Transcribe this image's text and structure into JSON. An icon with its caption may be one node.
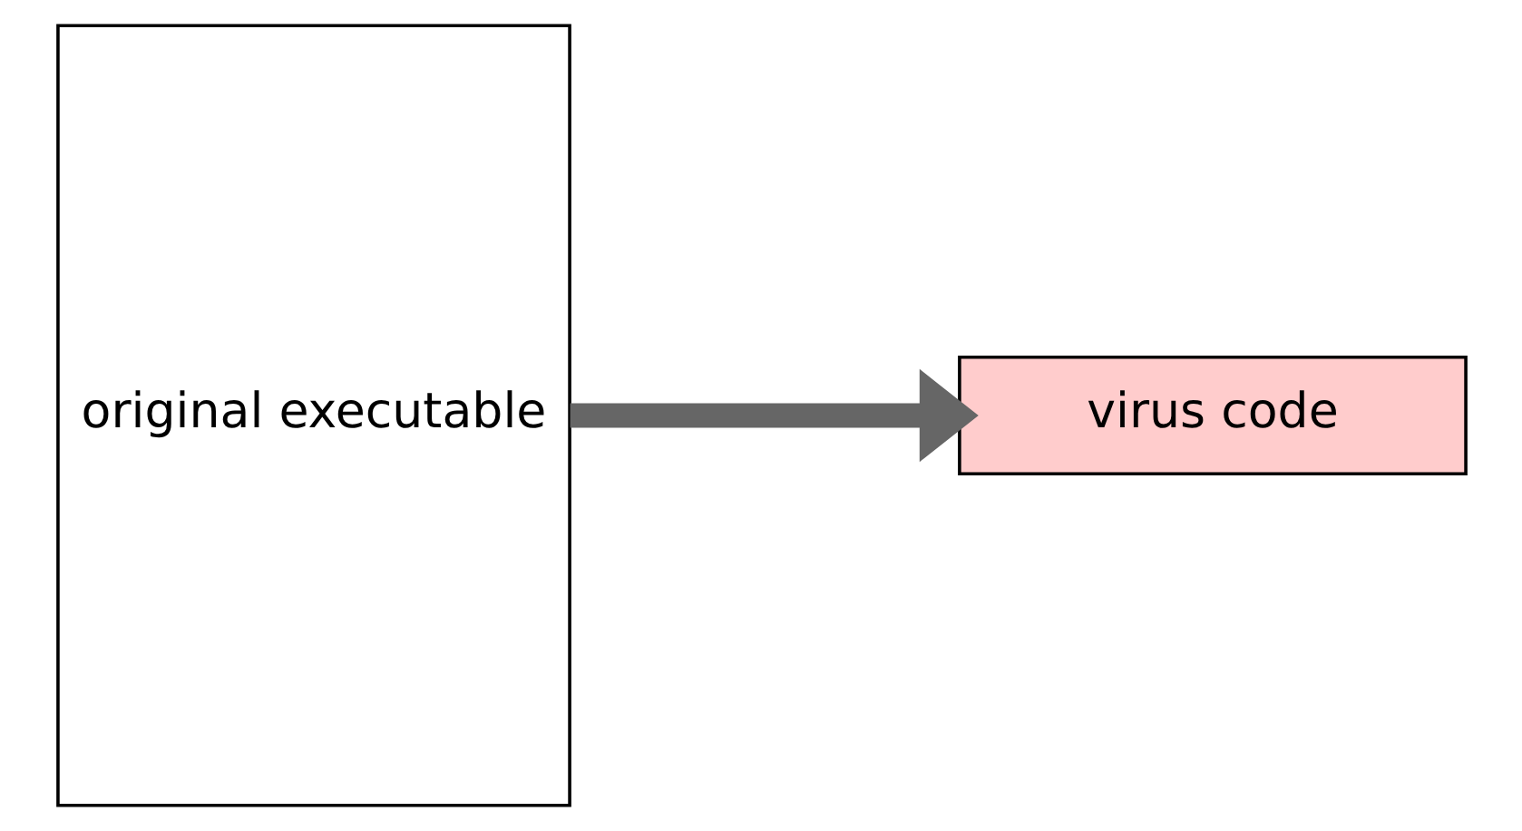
{
  "diagram": {
    "nodes": [
      {
        "text": [
          "original executable"
        ]
      },
      {
        "text": [
          "virus code"
        ]
      }
    ],
    "edges": [
      {
        "from": 0,
        "to": 1,
        "arrow": "to"
      }
    ]
  }
}
